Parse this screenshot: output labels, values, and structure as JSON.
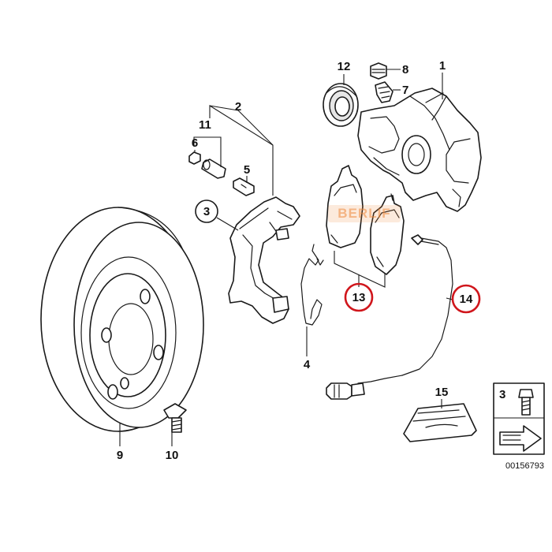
{
  "colors": {
    "highlight_ring": "#d0161c",
    "watermark": "#f08a3c",
    "line": "#1a1a1a"
  },
  "callouts": {
    "c1": "1",
    "c2": "2",
    "c3": "3",
    "c4": "4",
    "c5": "5",
    "c6": "6",
    "c7": "7",
    "c8": "8",
    "c9": "9",
    "c10": "10",
    "c11": "11",
    "c12": "12",
    "c13": "13",
    "c14": "14",
    "c15": "15"
  },
  "legend_box": {
    "number": "3"
  },
  "diagram_code": "00156793",
  "watermark_text": "BERLIF"
}
